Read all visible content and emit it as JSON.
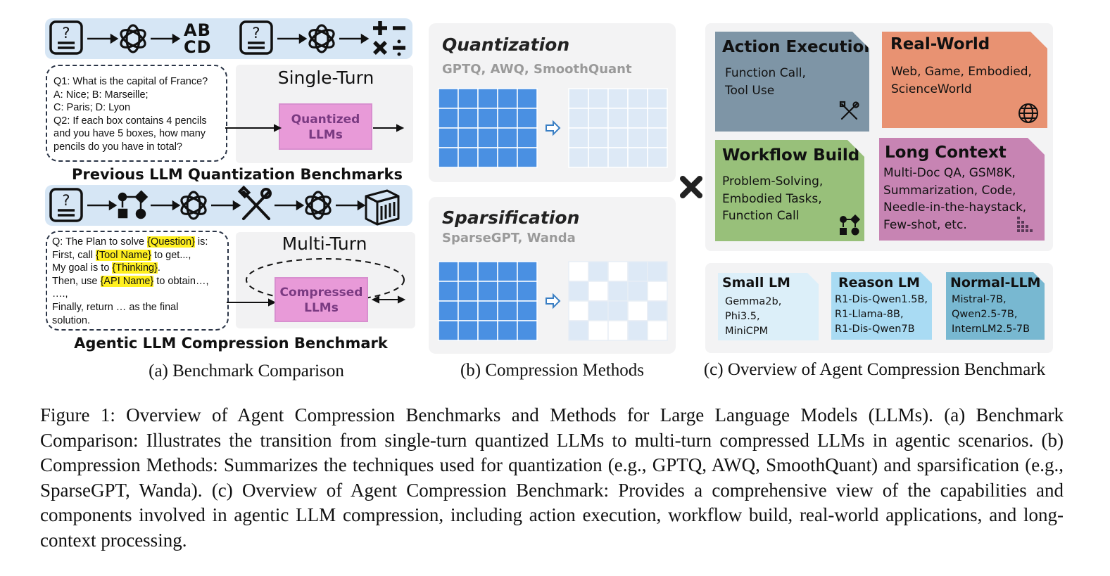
{
  "panel_a": {
    "strip1_letters": "AB\nCD",
    "single_turn_label": "Single-Turn",
    "q_lines": [
      "Q1: What is the capital of France?",
      "A: Nice; B: Marseille;",
      "C: Paris; D: Lyon",
      "Q2: If each box contains 4 pencils",
      "and you have 5 boxes, how many",
      "pencils do you have in total?"
    ],
    "quantized_box": "Quantized\nLLMs",
    "previous_title": "Previous LLM Quantization Benchmarks",
    "multi_turn_label": "Multi-Turn",
    "plan_line1_pre": "Q: The Plan to solve ",
    "plan_line1_hl": "{Question}",
    "plan_line1_post": " is:",
    "plan_line2_pre": " First, call ",
    "plan_line2_hl": "{Tool Name}",
    "plan_line2_post": " to get...,",
    "plan_line3_pre": "My goal is to ",
    "plan_line3_hl": "{Thinking}",
    "plan_line3_post": ".",
    "plan_line4_pre": "Then, use ",
    "plan_line4_hl": "{API Name}",
    "plan_line4_post": " to obtain…,",
    "plan_line5": "….,",
    "plan_line6": "Finally, return … as the final",
    "plan_line7": "solution.",
    "compressed_box": "Compressed\nLLMs",
    "agentic_title": "Agentic LLM Compression Benchmark",
    "subcaption": "(a) Benchmark Comparison"
  },
  "panel_b": {
    "quant_title": "Quantization",
    "quant_methods": "GPTQ, AWQ, SmoothQuant",
    "sparse_title": "Sparsification",
    "sparse_methods": "SparseGPT, Wanda",
    "subcaption": "(b) Compression Methods"
  },
  "panel_c": {
    "cards": [
      {
        "title": "Action Execution",
        "body": "Function Call,\nTool Use",
        "color": "#7e95a6",
        "icon": "tools-icon"
      },
      {
        "title": "Real-World",
        "body": "Web, Game, Embodied,\nScienceWorld",
        "color": "#e89272",
        "icon": "globe-icon"
      },
      {
        "title": "Workflow Build",
        "body": "Problem-Solving,\nEmbodied Tasks,\nFunction Call",
        "color": "#98c07a",
        "icon": "workflow-icon"
      },
      {
        "title": "Long Context",
        "body": "Multi-Doc QA, GSM8K,\nSummarization, Code,\nNeedle-in-the-haystack,\nFew-shot, etc.",
        "color": "#c784b3",
        "icon": "dots-icon"
      }
    ],
    "models": [
      {
        "title": "Small LM",
        "body": "Gemma2b,\nPhi3.5,\nMiniCPM",
        "color": "#dceff9"
      },
      {
        "title": "Reason LM",
        "body": "R1-Dis-Qwen1.5B,\nR1-Llama-8B,\nR1-Dis-Qwen7B",
        "color": "#a9dbf3"
      },
      {
        "title": "Normal-LLM",
        "body": "Mistral-7B,\nQwen2.5-7B,\nInternLM2.5-7B",
        "color": "#78b8d1"
      }
    ],
    "subcaption": "(c) Overview of Agent Compression Benchmark"
  },
  "caption": "Figure 1: Overview of Agent Compression Benchmarks and Methods for Large Language Models (LLMs). (a) Benchmark Comparison: Illustrates the transition from single-turn quantized LLMs to multi-turn compressed LLMs in agentic scenarios. (b) Compression Methods: Summarizes the techniques used for quantization (e.g., GPTQ, AWQ, SmoothQuant) and sparsification (e.g., SparseGPT, Wanda). (c) Overview of Agent Compression Benchmark: Provides a comprehensive view of the capabilities and components involved in agentic LLM compression, including action execution, workflow build, real-world applications, and long-context processing."
}
